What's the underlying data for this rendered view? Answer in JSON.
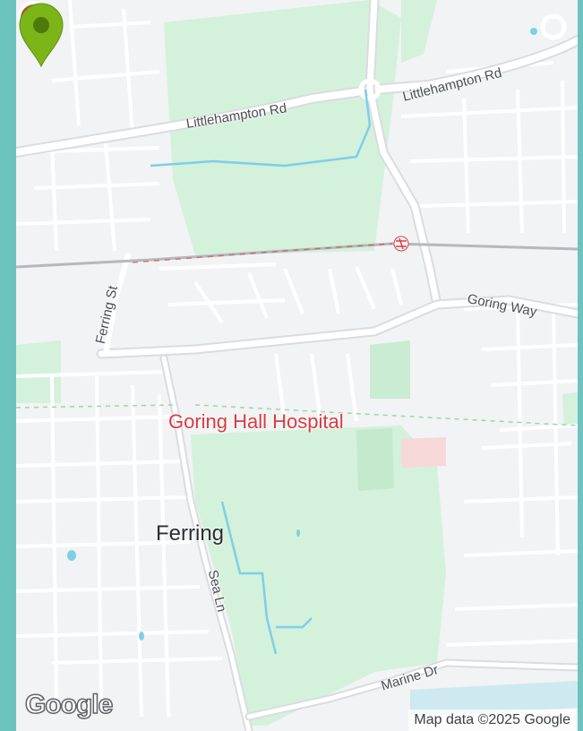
{
  "map": {
    "road_labels": {
      "littlehampton_west": "Littlehampton Rd",
      "littlehampton_east": "Littlehampton Rd",
      "goring_way": "Goring Way",
      "ferring_st": "Ferring St",
      "sea_ln": "Sea Ln",
      "marine_dr": "Marine Dr"
    },
    "place_label": "Ferring",
    "poi": {
      "name": "Goring Hall Hospital",
      "icon": "hospital-icon",
      "color": "#d93b3f"
    },
    "marker": {
      "icon": "map-pin-icon",
      "color": "#7cb518"
    },
    "branding": "Google",
    "attribution": "Map data ©2025 Google"
  }
}
